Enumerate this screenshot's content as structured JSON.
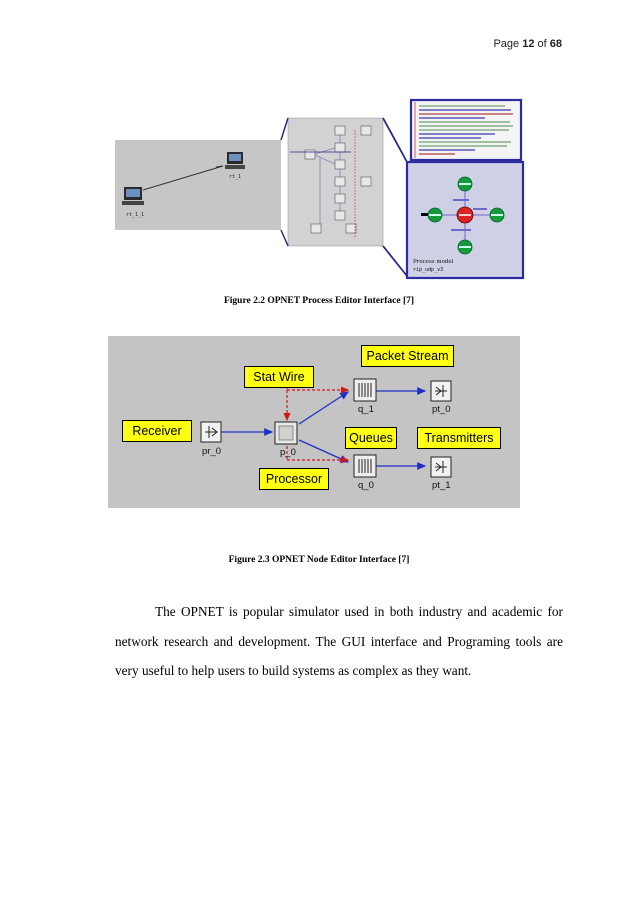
{
  "header": {
    "page_prefix": "Page ",
    "page_current": "12",
    "page_sep": " of ",
    "page_total": "68"
  },
  "figure1": {
    "caption": "Figure 2.2 OPNET Process Editor Interface [7]",
    "node_labels": {
      "left_pc": "rt_1_1",
      "right_pc": "rt_1"
    },
    "process_model_label": "Process model",
    "process_model_name": "rip_udp_v3"
  },
  "figure2": {
    "caption": "Figure 2.3 OPNET Node Editor Interface [7]",
    "callouts": {
      "receiver": "Receiver",
      "stat_wire": "Stat Wire",
      "processor": "Processor",
      "packet_stream": "Packet Stream",
      "queues": "Queues",
      "transmitters": "Transmitters"
    },
    "nodes": {
      "pr_0": "pr_0",
      "p_0": "p_0",
      "q_1": "q_1",
      "q_0": "q_0",
      "pt_0": "pt_0",
      "pt_1": "pt_1"
    }
  },
  "body": {
    "paragraph": "The OPNET is popular simulator used in both industry and academic for network research and development. The GUI interface and Programing tools are very useful to help users to build systems as complex as they want."
  }
}
